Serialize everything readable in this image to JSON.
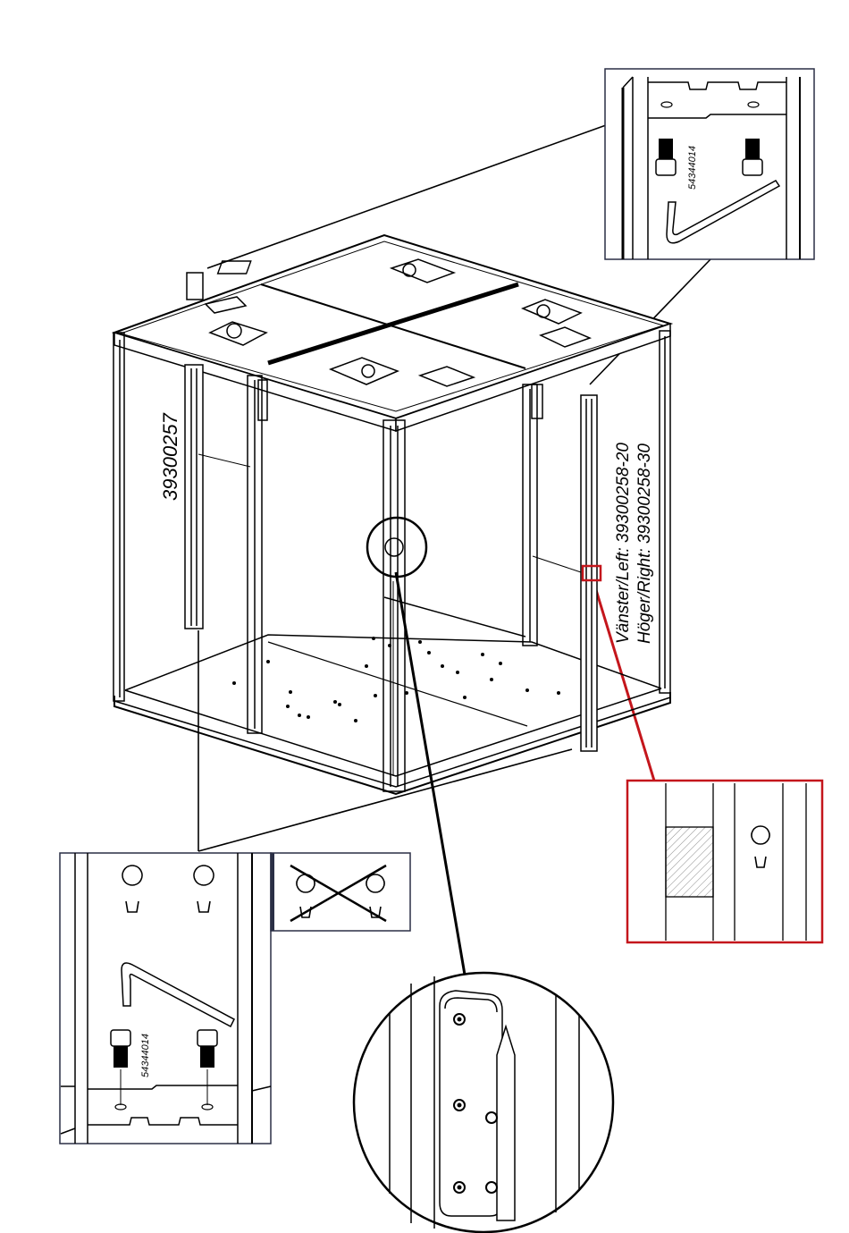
{
  "labels": {
    "pillar_part_number": "39300257",
    "left_part": "Vänster/Left: 39300258-20",
    "right_part": "Höger/Right: 39300258-30",
    "screw_top": "54344014",
    "screw_bottom": "54344014"
  },
  "colors": {
    "highlight": "#c4161c",
    "line": "#000000",
    "detail_border": "#2a2f45",
    "hatch": "#999999"
  },
  "icons": {
    "hex_key": "allen-key-icon",
    "screw": "socket-cap-screw-icon",
    "keyhole": "keyhole-slot-icon",
    "prohibited": "cross-out-icon"
  }
}
